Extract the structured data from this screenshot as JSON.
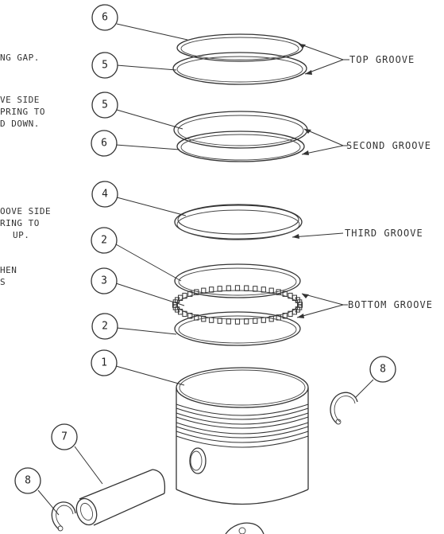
{
  "notes": [
    "NG GAP.",
    "VE SIDE",
    "PRING TO",
    "D DOWN.",
    "OOVE SIDE",
    "RING TO",
    "UP.",
    "HEN",
    "S"
  ],
  "grooves": {
    "top": "TOP GROOVE",
    "second": "SECOND GROOVE",
    "third": "THIRD GROOVE",
    "bottom": "BOTTOM GROOVE"
  },
  "callouts": {
    "c6a": "6",
    "c5a": "5",
    "c5b": "5",
    "c6b": "6",
    "c4": "4",
    "c2a": "2",
    "c3": "3",
    "c2b": "2",
    "c1": "1",
    "c8a": "8",
    "c7": "7",
    "c8b": "8"
  }
}
